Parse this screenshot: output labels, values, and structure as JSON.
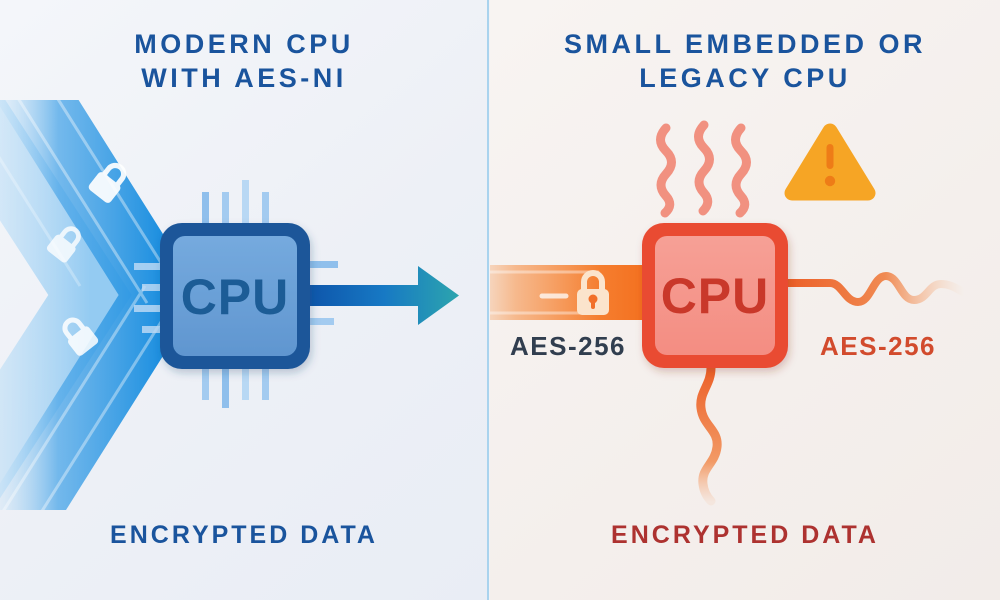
{
  "left": {
    "title_line1": "MODERN CPU",
    "title_line2": "WITH AES-NI",
    "cpu_label": "CPU",
    "footer_label": "ENCRYPTED DATA",
    "icons": {
      "input": "padlock-icon (x3, riding on fast data streams)",
      "streams": "chevron-data-streams-icon",
      "chip": "cpu-chip-icon",
      "output": "fast-output-arrow-icon"
    },
    "colors": {
      "title": "#1a549d",
      "footer": "#1a549d",
      "stream_blue": "#1e90e0",
      "cpu_border": "#1b5799",
      "cpu_fill": "#68a0d8",
      "cpu_text": "#1f5c96",
      "arrow_start": "#0e56ab",
      "arrow_end": "#2ca4ae"
    }
  },
  "right": {
    "title_line1": "SMALL EMBEDDED OR",
    "title_line2": "LEGACY CPU",
    "cpu_label": "CPU",
    "aes_in_label": "AES-256",
    "aes_out_label": "AES-256",
    "footer_label": "ENCRYPTED DATA",
    "icons": {
      "heat": "heat-waves-icon (x3 squiggles above chip)",
      "warning": "warning-triangle-icon with exclamation-mark",
      "input": "padlock-icon on encrypted input band",
      "chip": "cpu-chip-icon",
      "output_right": "slow-wavy-output-line-icon",
      "output_bottom": "heat-leak-wave-icon"
    },
    "colors": {
      "title": "#1a549d",
      "footer": "#ad3230",
      "band_orange": "#f4701f",
      "cpu_border": "#e94c33",
      "cpu_fill": "#f5958b",
      "cpu_text": "#c9382a",
      "aes_in": "#313e4f",
      "aes_out": "#d24b2d",
      "warning_fill": "#f6a525",
      "warning_mark": "#ee7c17",
      "heat_wave": "#f19180"
    }
  },
  "divider_color": "#a9d3ee"
}
